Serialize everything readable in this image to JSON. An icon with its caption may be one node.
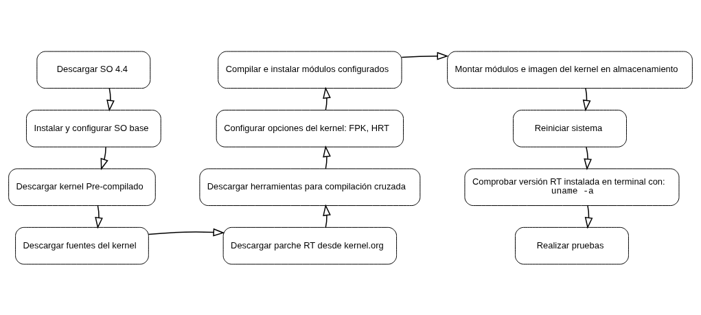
{
  "diagram": {
    "nodes": [
      {
        "text": [
          "Descargar SO 4.4"
        ]
      },
      {
        "text": [
          "Instalar y configurar SO base"
        ]
      },
      {
        "text": [
          "Descargar kernel Pre-compilado"
        ]
      },
      {
        "text": [
          "Descargar fuentes del kernel"
        ]
      },
      {
        "text": [
          "Descargar parche RT desde kernel.org"
        ]
      },
      {
        "text": [
          "Descargar herramientas para compilación cruzada"
        ]
      },
      {
        "text": [
          "Configurar opciones del kernel: FPK, HRT"
        ]
      },
      {
        "text": [
          "Compilar e instalar módulos configurados"
        ]
      },
      {
        "text": [
          "Montar módulos e imagen del kernel en almacenamiento"
        ]
      },
      {
        "text": [
          "Reiniciar sistema"
        ]
      },
      {
        "text": [
          "Comprobar versión RT instalada en terminal con:",
          "uname -a"
        ]
      },
      {
        "text": [
          "Realizar pruebas"
        ]
      }
    ],
    "edges": [
      {
        "from": 0,
        "to": 1,
        "arrow": "to"
      },
      {
        "from": 1,
        "to": 2,
        "arrow": "to"
      },
      {
        "from": 2,
        "to": 3,
        "arrow": "to"
      },
      {
        "from": 3,
        "to": 4,
        "arrow": "to"
      },
      {
        "from": 4,
        "to": 5,
        "arrow": "to"
      },
      {
        "from": 5,
        "to": 6,
        "arrow": "to"
      },
      {
        "from": 6,
        "to": 7,
        "arrow": "to"
      },
      {
        "from": 7,
        "to": 8,
        "arrow": "to"
      },
      {
        "from": 8,
        "to": 9,
        "arrow": "to"
      },
      {
        "from": 9,
        "to": 10,
        "arrow": "to"
      },
      {
        "from": 10,
        "to": 11,
        "arrow": "to"
      }
    ]
  }
}
